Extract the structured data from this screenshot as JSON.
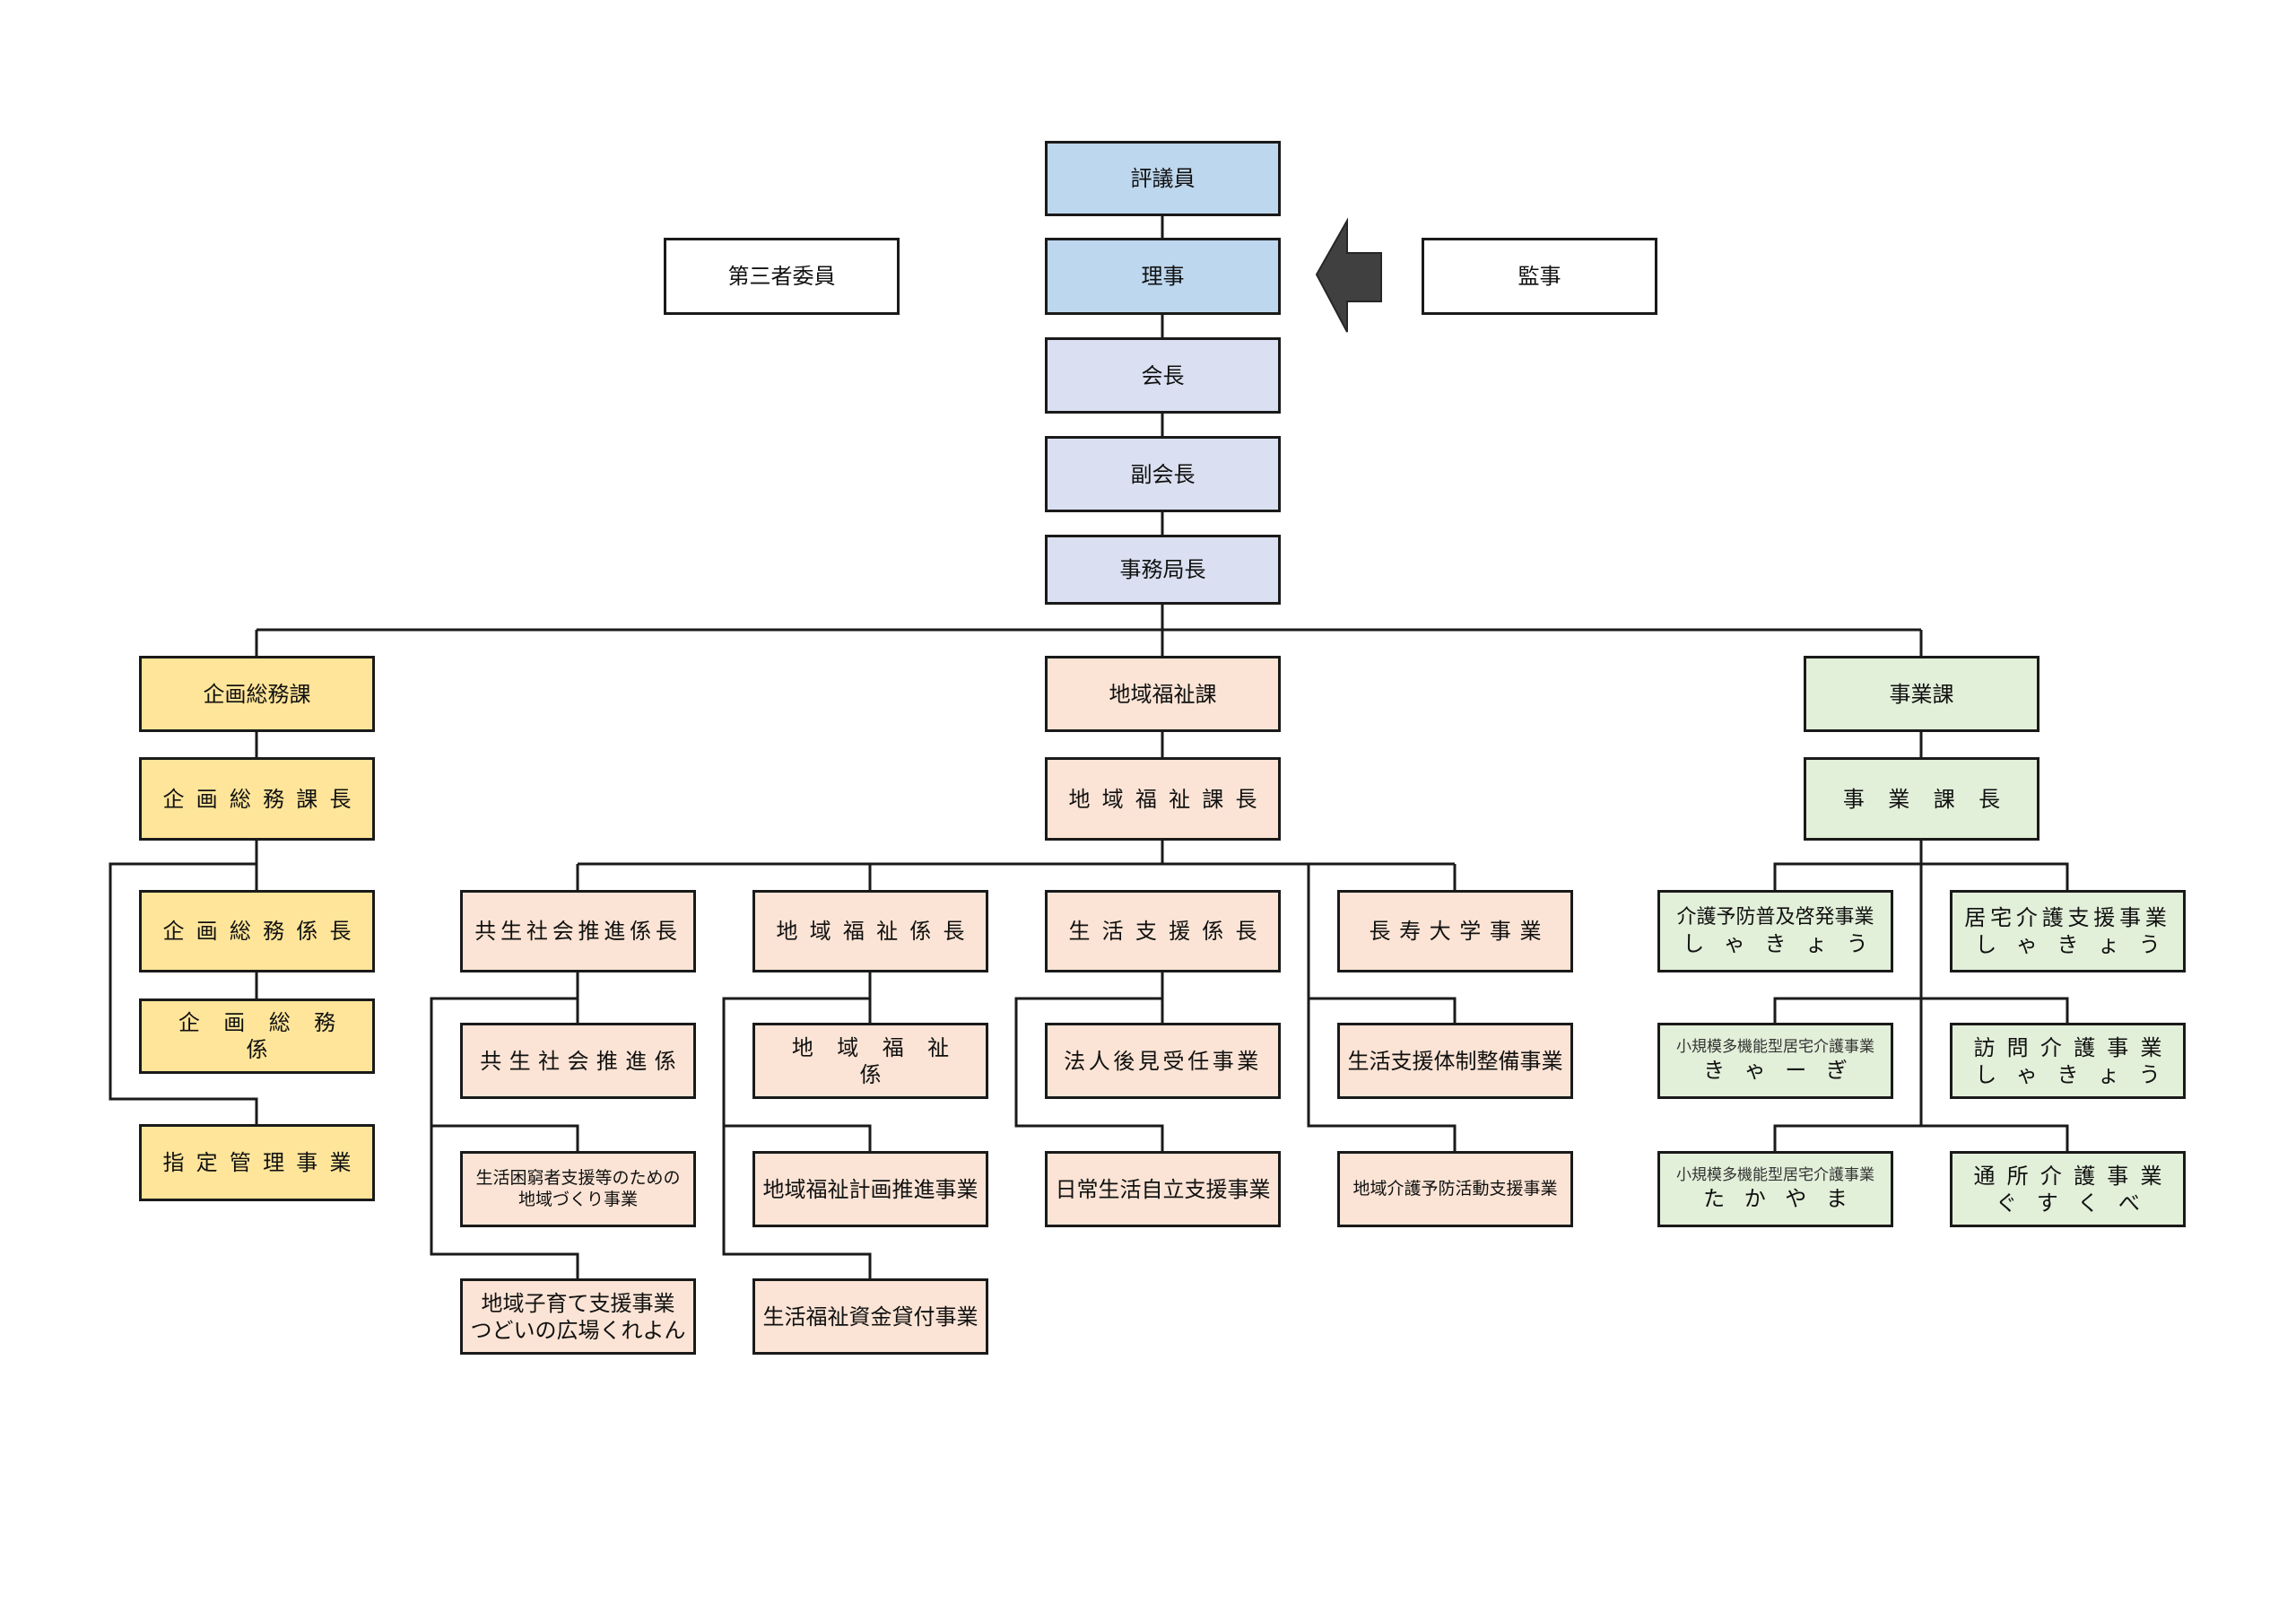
{
  "top": {
    "councillors": "評議員",
    "directors": "理事",
    "third_party": "第三者委員",
    "auditor": "監事",
    "president": "会長",
    "vice_president": "副会長",
    "secretary_general": "事務局長"
  },
  "planning": {
    "dept": "企画総務課",
    "head": "企画総務課長",
    "chief": "企画総務係長",
    "staff": "企画総務係",
    "designated": "指定管理事業"
  },
  "community": {
    "dept": "地域福祉課",
    "head": "地域福祉課長",
    "kyosei_chief": "共生社会推進係長",
    "kyosei_staff": "共生社会推進係",
    "poverty_line1": "生活困窮者支援等のための",
    "poverty_line2": "地域づくり事業",
    "kosodate_line1": "地域子育て支援事業",
    "kosodate_line2": "つどいの広場くれよん",
    "welfare_chief": "地域福祉係長",
    "welfare_staff": "地域福祉係",
    "welfare_plan": "地域福祉計画推進事業",
    "loan": "生活福祉資金貸付事業",
    "support_chief": "生活支援係長",
    "guardian": "法人後見受任事業",
    "daily_life": "日常生活自立支援事業",
    "longevity": "長寿大学事業",
    "support_system": "生活支援体制整備事業",
    "care_prevention": "地域介護予防活動支援事業"
  },
  "business": {
    "dept": "事業課",
    "head": "事業課長",
    "prevention_line1": "介護予防普及啓発事業",
    "prevention_line2": "しゃきょう",
    "home_care_line1": "居宅介護支援事業",
    "home_care_line2": "しゃきょう",
    "small_multi1_line1": "小規模多機能型居宅介護事業",
    "small_multi1_line2": "きゃーぎ",
    "visit_line1": "訪問介護事業",
    "visit_line2": "しゃきょう",
    "small_multi2_line1": "小規模多機能型居宅介護事業",
    "small_multi2_line2": "たかやま",
    "day_line1": "通所介護事業",
    "day_line2": "ぐすくべ"
  },
  "arrow_icon": "left-arrow-icon",
  "colors": {
    "blue": "#bdd7ee",
    "lavender": "#dae0f1",
    "yellow": "#ffe599",
    "peach": "#fbe4d5",
    "green": "#e2efd9",
    "arrow": "#404040"
  }
}
